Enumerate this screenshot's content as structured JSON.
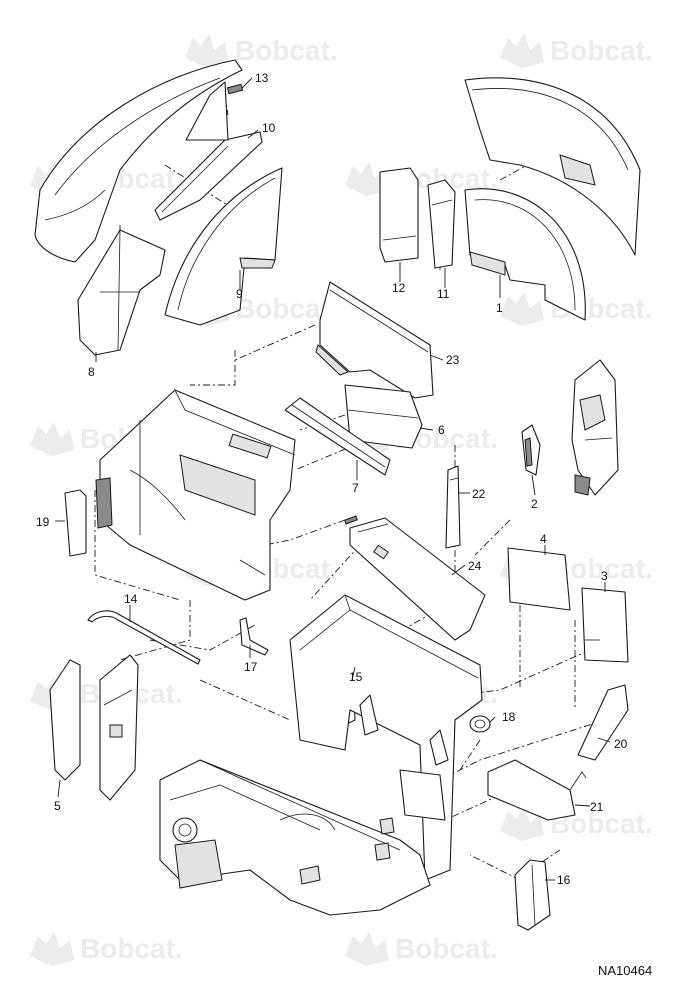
{
  "watermark": {
    "text": "Bobcat."
  },
  "reference_code": "NA10464",
  "callouts": [
    {
      "id": "c1",
      "label": "1"
    },
    {
      "id": "c2",
      "label": "2"
    },
    {
      "id": "c3",
      "label": "3"
    },
    {
      "id": "c4",
      "label": "4"
    },
    {
      "id": "c5",
      "label": "5"
    },
    {
      "id": "c6",
      "label": "6"
    },
    {
      "id": "c7",
      "label": "7"
    },
    {
      "id": "c8",
      "label": "8"
    },
    {
      "id": "c9",
      "label": "9"
    },
    {
      "id": "c10",
      "label": "10"
    },
    {
      "id": "c11",
      "label": "11"
    },
    {
      "id": "c12",
      "label": "12"
    },
    {
      "id": "c13",
      "label": "13"
    },
    {
      "id": "c14",
      "label": "14"
    },
    {
      "id": "c15",
      "label": "15"
    },
    {
      "id": "c16",
      "label": "16"
    },
    {
      "id": "c17",
      "label": "17"
    },
    {
      "id": "c18",
      "label": "18"
    },
    {
      "id": "c19",
      "label": "19"
    },
    {
      "id": "c20",
      "label": "20"
    },
    {
      "id": "c21",
      "label": "21"
    },
    {
      "id": "c22",
      "label": "22"
    },
    {
      "id": "c23",
      "label": "23"
    },
    {
      "id": "c24",
      "label": "24"
    }
  ]
}
